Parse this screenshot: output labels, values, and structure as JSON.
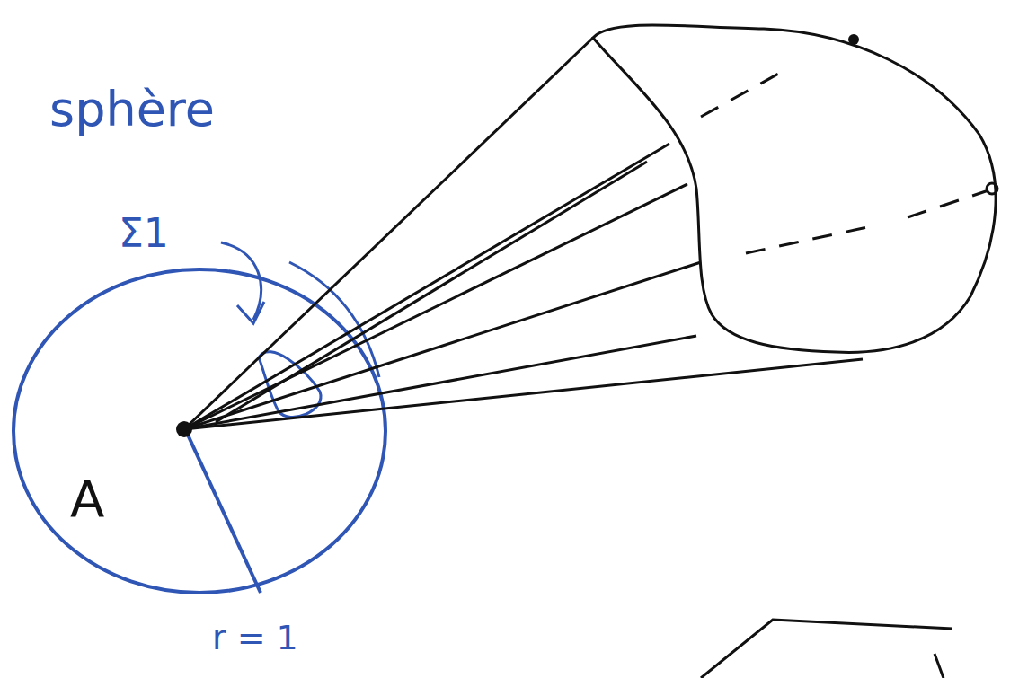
{
  "diagram": {
    "labels": [
      "sphère",
      "Σ1",
      "A",
      "r = 1"
    ]
  }
}
